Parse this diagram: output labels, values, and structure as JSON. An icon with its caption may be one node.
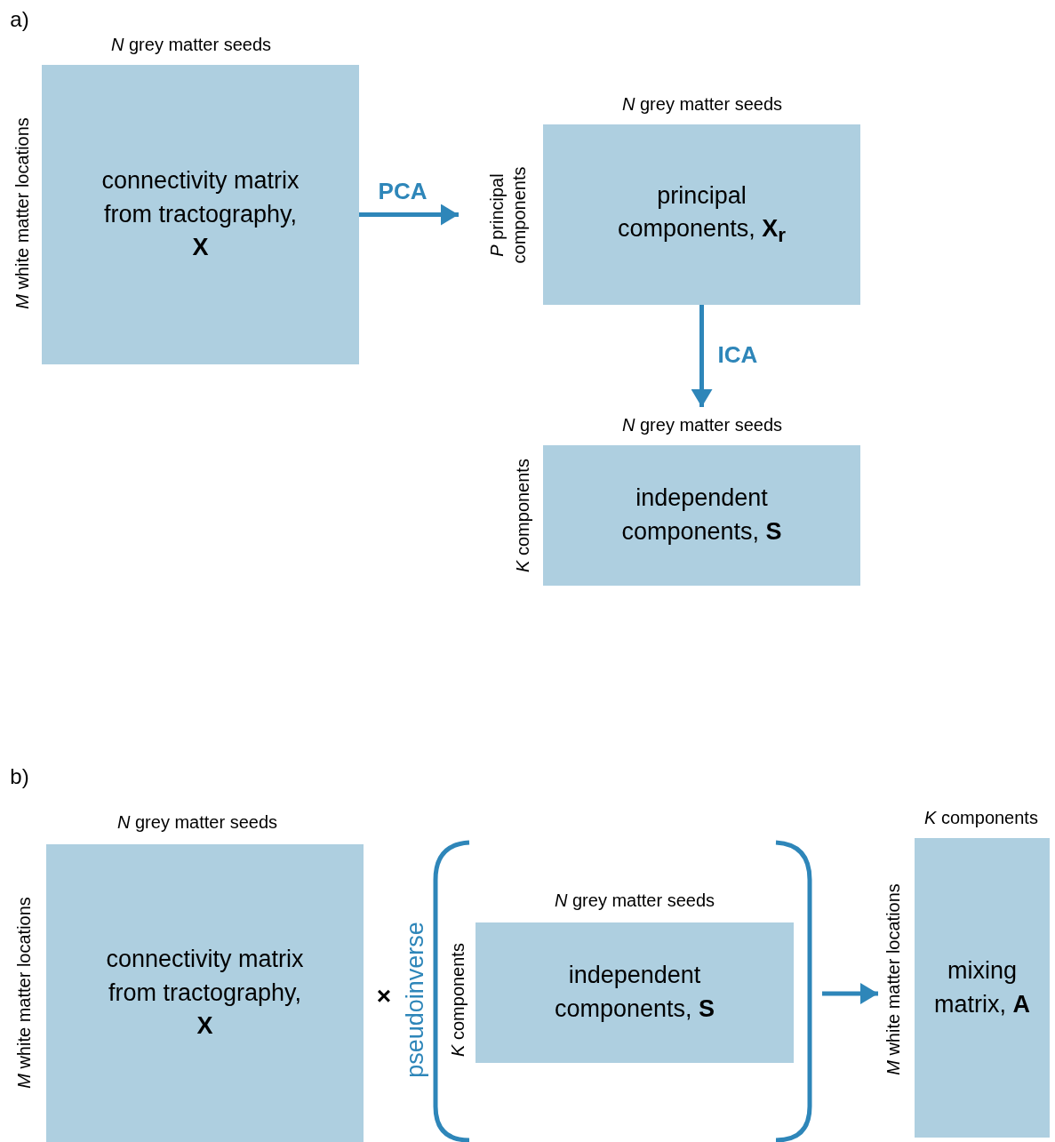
{
  "diagram": {
    "nodes": [
      {
        "text": [
          "connectivity matrix from tractography, **X**"
        ],
        "beside": [
          "*N* grey matter seeds",
          "*M* white matter locations"
        ]
      },
      {
        "text": [
          "principal components, **X$_{r}$**"
        ],
        "beside": [
          "*N* grey matter seeds",
          "*P* principal components"
        ]
      },
      {
        "text": [
          "independent components, **S**"
        ],
        "beside": [
          "*N* grey matter seeds",
          "*K* components"
        ]
      },
      {
        "text": [
          "connectivity matrix from tractography, **X**"
        ],
        "beside": [
          "*N* grey matter seeds",
          "*M* white matter locations"
        ]
      },
      {
        "text": [
          "independent components, **S**"
        ],
        "beside": [
          "*N* grey matter seeds",
          "*K* components"
        ]
      },
      {
        "text": [
          "mixing matrix, **A**"
        ],
        "beside": [
          "*K* components",
          "*M* white matter locations"
        ]
      }
    ],
    "edges": [
      {
        "from": 0,
        "to": 1,
        "arrow": "to",
        "label": "PCA"
      },
      {
        "from": 1,
        "to": 2,
        "arrow": "to",
        "label": "ICA"
      },
      {
        "from": 4,
        "to": 5,
        "arrow": "to"
      }
    ],
    "labels": [
      "a)",
      "b)",
      "×",
      "pseudoinverse"
    ]
  }
}
